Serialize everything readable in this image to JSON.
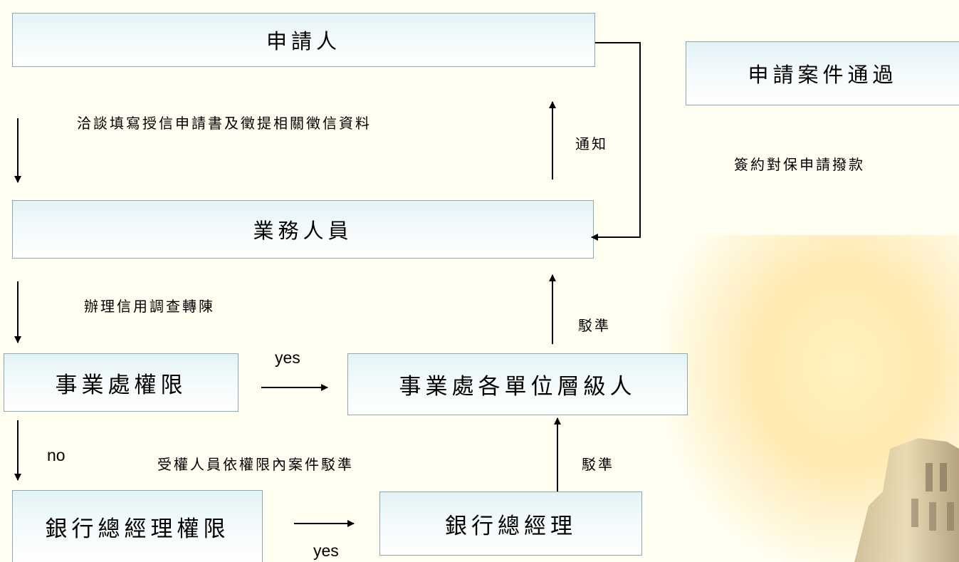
{
  "nodes": {
    "applicant": "申請人",
    "approved": "申請案件通過",
    "staff": "業務人員",
    "division_authority": "事業處權限",
    "division_levels": "事業處各單位層級人",
    "president_authority": "銀行總經理權限",
    "president": "銀行總經理"
  },
  "labels": {
    "negotiate": "洽談填寫授信申請書及徵提相關徵信資料",
    "notify": "通知",
    "sign": "簽約對保申請撥款",
    "credit_check": "辦理信用調查轉陳",
    "approve_1": "駁準",
    "approve_2": "駁準",
    "authorized": "受權人員依權限內案件駁準",
    "yes_1": "yes",
    "yes_2": "yes",
    "no": "no"
  },
  "colors": {
    "box_border": "#8aa9b3",
    "box_top": "#e3f3f6",
    "background": "#fffef0"
  }
}
